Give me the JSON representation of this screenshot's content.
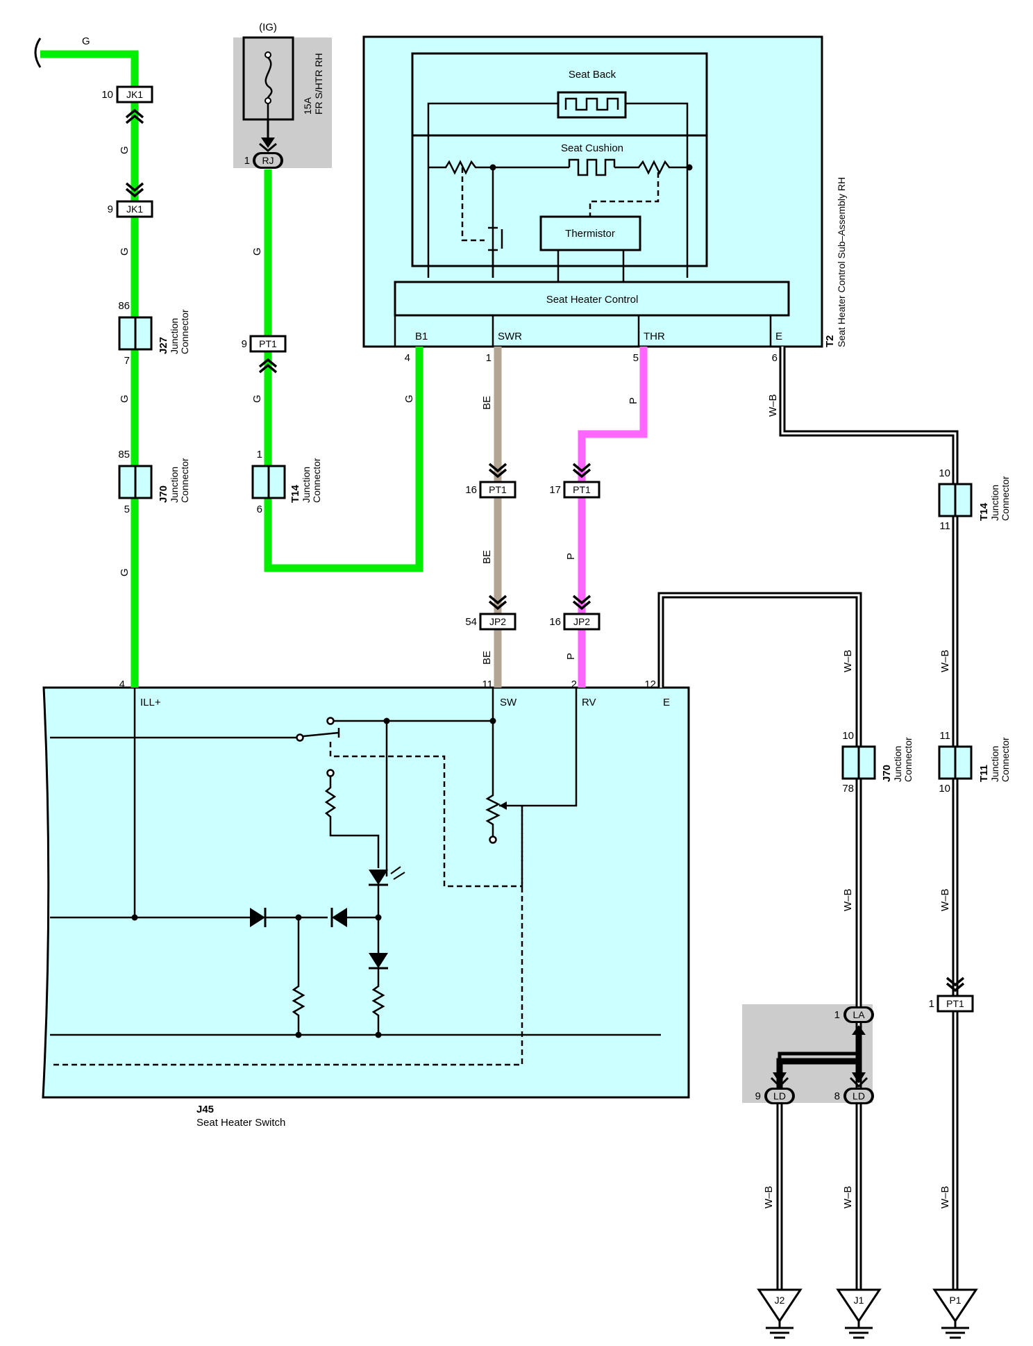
{
  "fuse": {
    "source": "(IG)",
    "rating": "15A",
    "name": "FR S/HTR RH"
  },
  "t2": {
    "id": "T2",
    "name": "Seat Heater Control Sub–Assembly RH",
    "seat_back": "Seat Back",
    "seat_cushion": "Seat Cushion",
    "thermistor": "Thermistor",
    "controller": "Seat Heater Control",
    "terminals": {
      "b1": "B1",
      "swr": "SWR",
      "thr": "THR",
      "e": "E"
    },
    "pins": {
      "b1": "4",
      "swr": "1",
      "thr": "5",
      "e": "6"
    }
  },
  "j45": {
    "id": "J45",
    "name": "Seat Heater Switch",
    "terminals": {
      "ill": "ILL+",
      "sw": "SW",
      "rv": "RV",
      "e": "E"
    },
    "pins": {
      "ill": "4",
      "sw": "11",
      "rv": "2",
      "e": "12"
    }
  },
  "wire_colors": {
    "g": "G",
    "be": "BE",
    "p": "P",
    "wb": "W–B"
  },
  "colors": {
    "g": "#00ee00",
    "be": "#b3a594",
    "p": "#ff66ff",
    "box": "#ccffff"
  },
  "connectors": {
    "jk1_a": {
      "id": "JK1",
      "pin": "10"
    },
    "jk1_b": {
      "id": "JK1",
      "pin": "9"
    },
    "rj": {
      "id": "RJ",
      "pin": "1"
    },
    "pt1_9": {
      "id": "PT1",
      "pin": "9"
    },
    "pt1_16": {
      "id": "PT1",
      "pin": "16"
    },
    "pt1_17": {
      "id": "PT1",
      "pin": "17"
    },
    "jp2_54": {
      "id": "JP2",
      "pin": "54"
    },
    "jp2_16": {
      "id": "JP2",
      "pin": "16"
    },
    "pt1_1": {
      "id": "PT1",
      "pin": "1"
    },
    "la": {
      "id": "LA",
      "pin": "1"
    },
    "ld_9": {
      "id": "LD",
      "pin": "9"
    },
    "ld_8": {
      "id": "LD",
      "pin": "8"
    }
  },
  "junction_connectors": {
    "j27": {
      "id": "J27",
      "line1": "Junction",
      "line2": "Connector",
      "pin_top": "86",
      "pin_bottom": "7"
    },
    "j70_left": {
      "id": "J70",
      "line1": "Junction",
      "line2": "Connector",
      "pin_top": "85",
      "pin_bottom": "5"
    },
    "t14_left": {
      "id": "T14",
      "line1": "Junction",
      "line2": "Connector",
      "pin_top": "1",
      "pin_bottom": "6"
    },
    "t14_right": {
      "id": "T14",
      "line1": "Junction",
      "line2": "Connector",
      "pin_top": "10",
      "pin_bottom": "11"
    },
    "j70_right": {
      "id": "J70",
      "line1": "Junction",
      "line2": "Connector",
      "pin_top": "10",
      "pin_bottom": "78"
    },
    "t11": {
      "id": "T11",
      "line1": "Junction",
      "line2": "Connector",
      "pin_top": "11",
      "pin_bottom": "10"
    }
  },
  "grounds": {
    "j2": "J2",
    "j1": "J1",
    "p1": "P1"
  }
}
